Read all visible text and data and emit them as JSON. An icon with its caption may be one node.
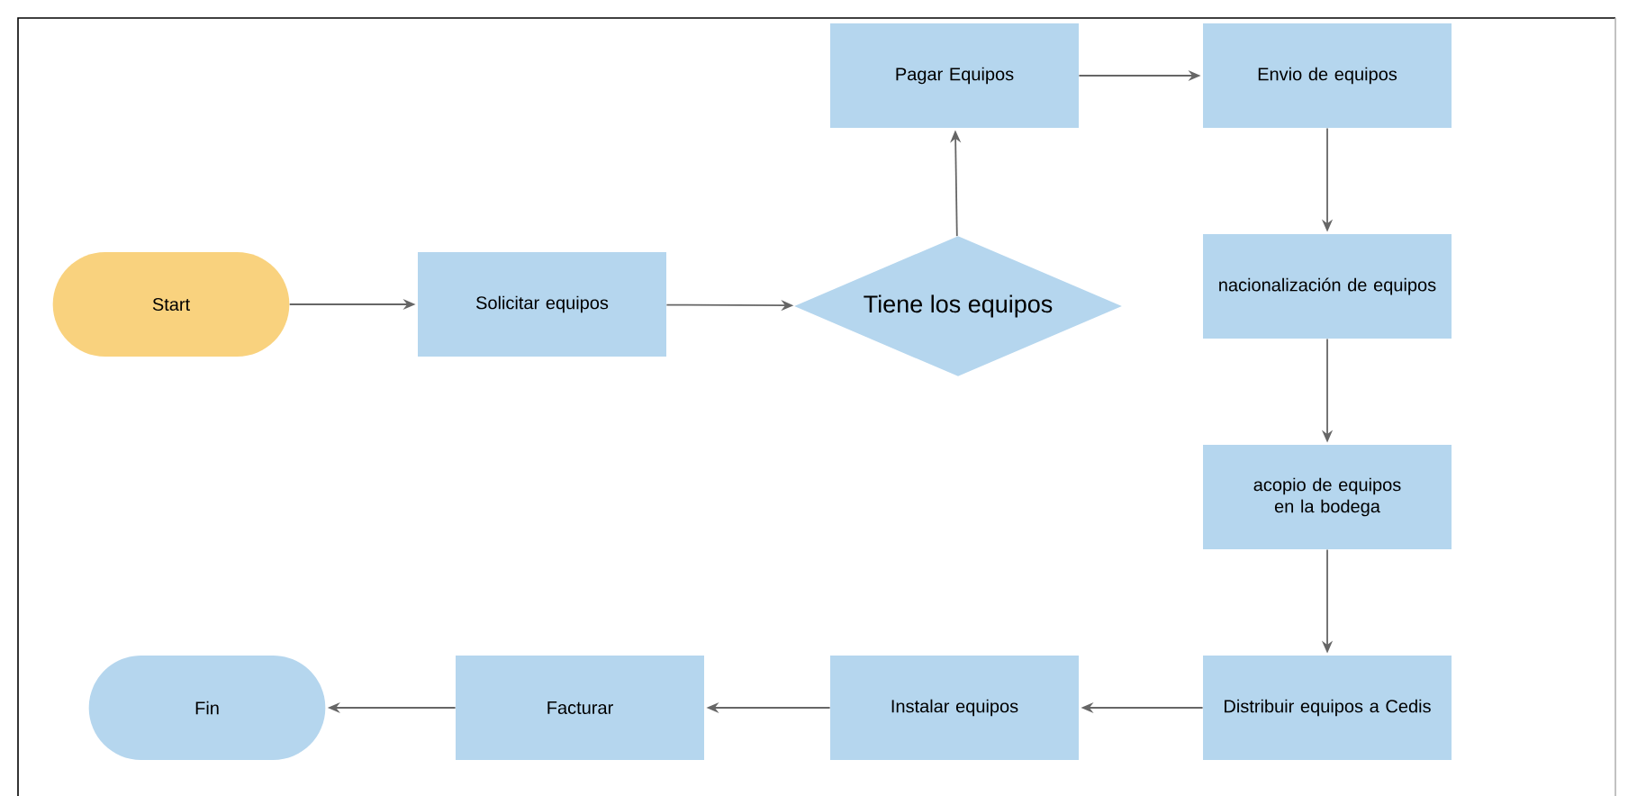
{
  "diagram": {
    "nodes": [
      {
        "text": [
          "Start"
        ]
      },
      {
        "text": [
          "Solicitar equipos"
        ]
      },
      {
        "text": [
          "Tiene los equipos"
        ]
      },
      {
        "text": [
          "Pagar Equipos"
        ]
      },
      {
        "text": [
          "Envio de equipos"
        ]
      },
      {
        "text": [
          "nacionalización de equipos"
        ]
      },
      {
        "text": [
          "acopio de equipos en la bodega"
        ]
      },
      {
        "text": [
          "Distribuir equipos a Cedis"
        ]
      },
      {
        "text": [
          "Instalar equipos"
        ]
      },
      {
        "text": [
          "Facturar"
        ]
      },
      {
        "text": [
          "Fin"
        ]
      }
    ],
    "edges": [
      {
        "from": 0,
        "to": 1,
        "arrow": "to"
      },
      {
        "from": 1,
        "to": 2,
        "arrow": "to"
      },
      {
        "from": 2,
        "to": 3,
        "arrow": "to"
      },
      {
        "from": 3,
        "to": 4,
        "arrow": "to"
      },
      {
        "from": 4,
        "to": 5,
        "arrow": "to"
      },
      {
        "from": 5,
        "to": 6,
        "arrow": "to"
      },
      {
        "from": 6,
        "to": 7,
        "arrow": "to"
      },
      {
        "from": 7,
        "to": 8,
        "arrow": "to"
      },
      {
        "from": 8,
        "to": 9,
        "arrow": "to"
      },
      {
        "from": 9,
        "to": 10,
        "arrow": "to"
      }
    ]
  }
}
